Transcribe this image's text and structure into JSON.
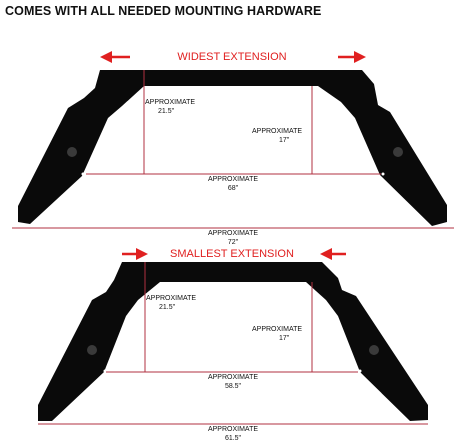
{
  "header": {
    "text": "COMES WITH ALL NEEDED MOUNTING HARDWARE"
  },
  "colors": {
    "accent": "#e02020",
    "dim": "#b03040",
    "rack": "#0a0a0a",
    "text": "#111111"
  },
  "top_diagram": {
    "title": "WIDEST EXTENSION",
    "height_left": {
      "line1": "APPROXIMATE",
      "line2": "21.5\""
    },
    "height_right": {
      "line1": "APPROXIMATE",
      "line2": "17\""
    },
    "inner_width": {
      "line1": "APPROXIMATE",
      "line2": "68\""
    },
    "outer_width": {
      "line1": "APPROXIMATE",
      "line2": "72\""
    }
  },
  "bottom_diagram": {
    "title": "SMALLEST EXTENSION",
    "height_left": {
      "line1": "APPROXIMATE",
      "line2": "21.5\""
    },
    "height_right": {
      "line1": "APPROXIMATE",
      "line2": "17\""
    },
    "inner_width": {
      "line1": "APPROXIMATE",
      "line2": "58.5\""
    },
    "outer_width": {
      "line1": "APPROXIMATE",
      "line2": "61.5\""
    }
  }
}
